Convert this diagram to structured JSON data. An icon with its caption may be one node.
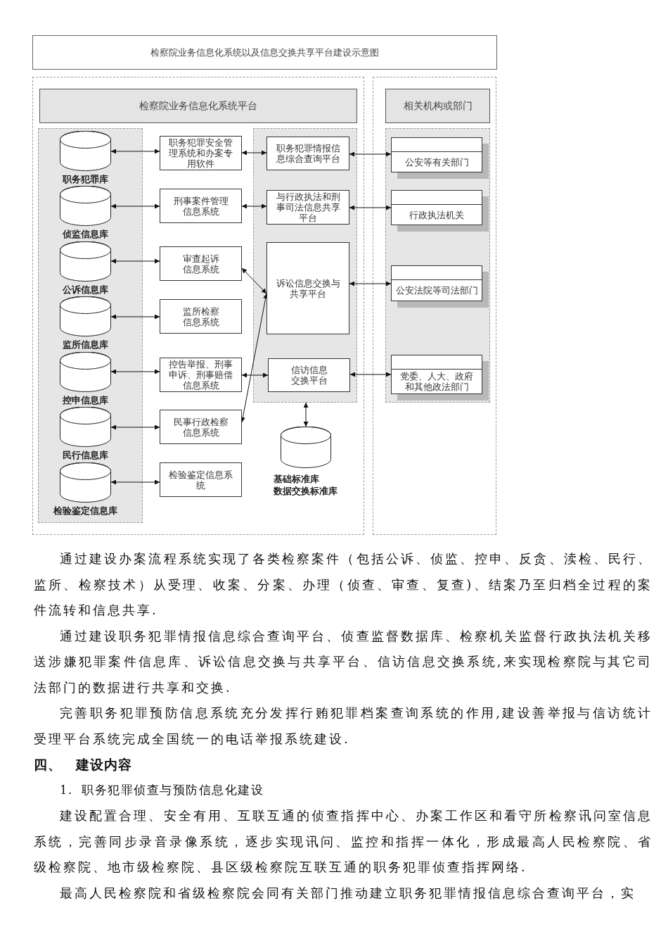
{
  "diagram": {
    "title": "检察院业务信息化系统以及信息交换共享平台建设示意图",
    "nodes": [
      {
        "text": [],
        "shape": "box"
      },
      {
        "text": [
          "检察院业务信息化系统平台"
        ],
        "in": 0
      },
      {
        "text": [],
        "shape": "box",
        "in": 0
      },
      {
        "text": [
          "职务犯罪库"
        ],
        "in": 2
      },
      {
        "text": [
          "侦监信息库"
        ],
        "in": 2
      },
      {
        "text": [
          "公诉信息库"
        ],
        "in": 2
      },
      {
        "text": [
          "监所信息库"
        ],
        "in": 2
      },
      {
        "text": [
          "控申信息库"
        ],
        "in": 2
      },
      {
        "text": [
          "民行信息库"
        ],
        "in": 2
      },
      {
        "text": [
          "检验鉴定信息库"
        ],
        "in": 2
      },
      {
        "text": [
          "职务犯罪安全管理系统和办案专用软件"
        ],
        "in": 0
      },
      {
        "text": [
          "刑事案件管理信息系统"
        ],
        "in": 0
      },
      {
        "text": [
          "审查起诉信息系统"
        ],
        "in": 0
      },
      {
        "text": [
          "监所检察信息系统"
        ],
        "in": 0
      },
      {
        "text": [
          "控告举报、刑事申诉、刑事赔偿信息系统"
        ],
        "in": 0
      },
      {
        "text": [
          "民事行政检察信息系统"
        ],
        "in": 0
      },
      {
        "text": [
          "检验鉴定信息系统"
        ],
        "in": 0
      },
      {
        "text": [],
        "shape": "box",
        "in": 0
      },
      {
        "text": [
          "职务犯罪情报信息综合查询平台"
        ],
        "in": 17
      },
      {
        "text": [
          "与行政执法和刑事司法信息共享平台"
        ],
        "in": 17
      },
      {
        "text": [
          "诉讼信息交换与共享平台"
        ],
        "in": 17
      },
      {
        "text": [
          "信访信息交换平台"
        ],
        "in": 17
      },
      {
        "text": [
          "基础标准库",
          "数据交换标准库"
        ],
        "in": 0
      },
      {
        "text": [],
        "shape": "box"
      },
      {
        "text": [
          "相关机构或部门"
        ],
        "in": 23
      },
      {
        "text": [],
        "shape": "box",
        "in": 23
      },
      {
        "text": [
          "公安等有关部门"
        ],
        "in": 25
      },
      {
        "text": [
          "行政执法机关"
        ],
        "in": 25
      },
      {
        "text": [
          "公安法院等司法部门"
        ],
        "in": 25
      },
      {
        "text": [
          "党委、人大、政府和其他政法部门"
        ],
        "in": 25
      }
    ],
    "edges": [
      {
        "from": 3,
        "to": 10,
        "arrow": "both"
      },
      {
        "from": 4,
        "to": 11,
        "arrow": "both"
      },
      {
        "from": 5,
        "to": 12,
        "arrow": "both"
      },
      {
        "from": 6,
        "to": 13,
        "arrow": "both"
      },
      {
        "from": 7,
        "to": 14,
        "arrow": "both"
      },
      {
        "from": 8,
        "to": 15,
        "arrow": "both"
      },
      {
        "from": 9,
        "to": 16,
        "arrow": "both"
      },
      {
        "from": 10,
        "to": 18,
        "arrow": "both"
      },
      {
        "from": 11,
        "to": 19,
        "arrow": "both"
      },
      {
        "from": 14,
        "to": 21,
        "arrow": "both"
      },
      {
        "from": 12,
        "to": 20,
        "arrow": "both"
      },
      {
        "from": 15,
        "to": 20,
        "arrow": "both"
      },
      {
        "from": 18,
        "to": 26,
        "arrow": "both"
      },
      {
        "from": 19,
        "to": 27,
        "arrow": "both"
      },
      {
        "from": 20,
        "to": 28,
        "arrow": "both"
      },
      {
        "from": 21,
        "to": 29,
        "arrow": "both"
      },
      {
        "from": 17,
        "to": 22,
        "arrow": "both"
      }
    ],
    "labels": [
      "通过建设办案流程系统实现了各类检察案件（包括公诉、侦监、控申、反贪、渎检、民行、监所、检察技术）从受理、收案、分案、办理（侦查、审查、复查)、结案乃至归档全过程的案件流转和信息共享.",
      "通过建设职务犯罪情报信息综合查询平台、侦查监督数据库、检察机关监督行政执法机关移送涉嫌犯罪案件信息库、诉讼信息交换与共享平台、信访信息交换系统,来实现检察院与其它司法部门的数据进行共享和交换.",
      "完善职务犯罪预防信息系统充分发挥行贿犯罪档案查询系统的作用,建设善举报与信访统计受理平台系统完成全国统一的电话举报系统建设.",
      "四、 建设内容",
      "1. 职务犯罪侦查与预防信息化建设",
      "建设配置合理、安全有用、互联互通的侦查指挥中心、办案工作区和看守所检察讯问室信息系统，完善同步录音录像系统，逐步实现讯问、监控和指挥一体化，形成最高人民检察院、省级检察院、地市级检察院、县区级检察院互联互通的职务犯罪侦查指挥网络.",
      "最高人民检察院和省级检察院会同有关部门推动建立职务犯罪情报信息综合查询平台，实"
    ]
  }
}
